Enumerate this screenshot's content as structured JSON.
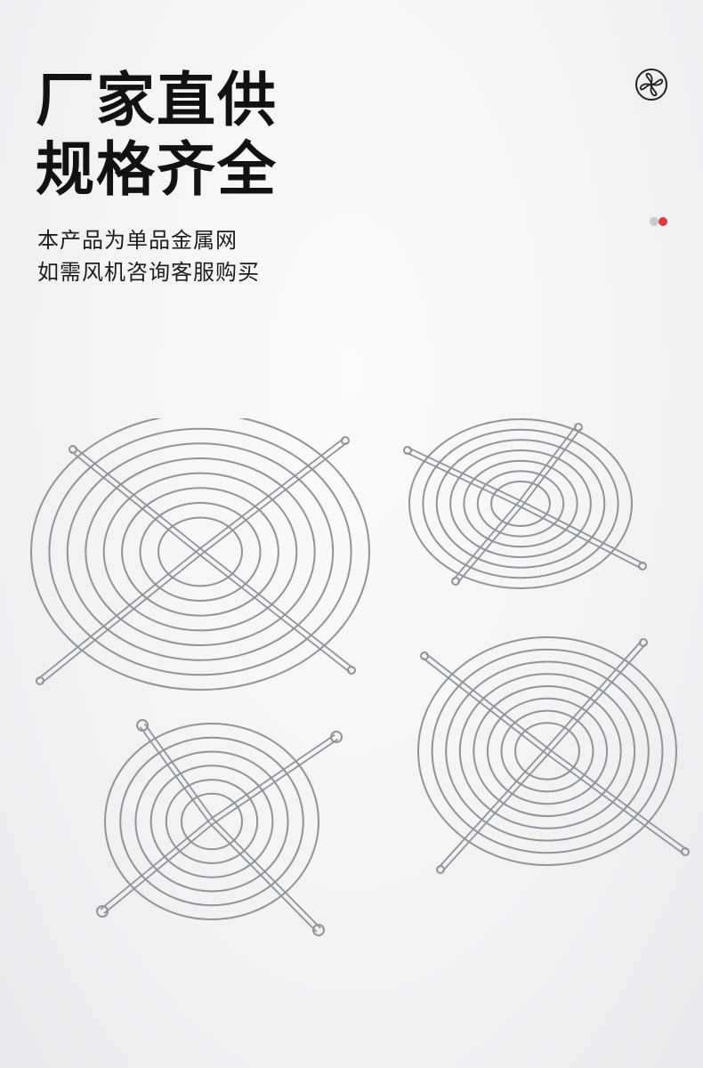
{
  "headline": {
    "line1": "厂家直供",
    "line2": "规格齐全"
  },
  "subtext": {
    "line1": "本产品为单品金属网",
    "line2": "如需风机咨询客服购买"
  },
  "icons": {
    "badge": "fan-icon"
  },
  "colors": {
    "headline": "#121212",
    "wire": "#8f9499",
    "accent": "#e23a3a",
    "dot_inactive": "#c9c9c9"
  },
  "products": [
    {
      "name": "fan-guard-large",
      "rings": 8,
      "mount": "tab"
    },
    {
      "name": "fan-guard-medium",
      "rings": 7,
      "mount": "tab"
    },
    {
      "name": "fan-guard-small",
      "rings": 6,
      "mount": "eyelet"
    },
    {
      "name": "fan-guard-medium-2",
      "rings": 8,
      "mount": "tab"
    }
  ]
}
